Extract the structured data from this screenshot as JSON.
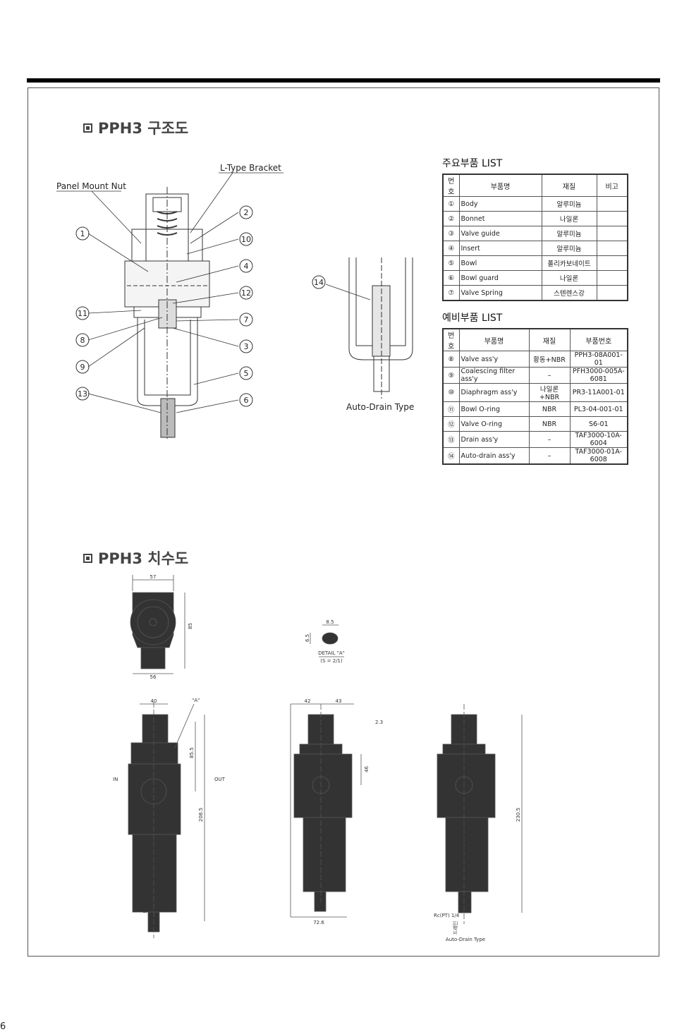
{
  "structure_title": "PPH3 구조도",
  "dimension_title": "PPH3 치수도",
  "callouts": {
    "panel_mount_nut": "Panel Mount Nut",
    "l_type_bracket": "L-Type Bracket",
    "auto_drain_type": "Auto-Drain Type",
    "left": [
      "1",
      "11",
      "8",
      "9",
      "13"
    ],
    "right": [
      "2",
      "10",
      "4",
      "12",
      "7",
      "3",
      "5",
      "6"
    ],
    "detail": "14"
  },
  "main_parts": {
    "title": "주요부품 LIST",
    "headers": [
      "번호",
      "부품명",
      "재질",
      "비고"
    ],
    "rows": [
      [
        "①",
        "Body",
        "알루미늄",
        ""
      ],
      [
        "②",
        "Bonnet",
        "나일론",
        ""
      ],
      [
        "③",
        "Valve guide",
        "알루미늄",
        ""
      ],
      [
        "④",
        "Insert",
        "알루미늄",
        ""
      ],
      [
        "⑤",
        "Bowl",
        "폴리카보네이트",
        ""
      ],
      [
        "⑥",
        "Bowl guard",
        "나일론",
        ""
      ],
      [
        "⑦",
        "Valve Spring",
        "스텐렌스강",
        ""
      ]
    ]
  },
  "spare_parts": {
    "title": "예비부품 LIST",
    "headers": [
      "번호",
      "부품명",
      "재질",
      "부품번호"
    ],
    "rows": [
      [
        "⑧",
        "Valve ass'y",
        "황동+NBR",
        "PPH3-08A001-01"
      ],
      [
        "⑨",
        "Coalescing filter ass'y",
        "–",
        "PFH3000-005A-6081"
      ],
      [
        "⑩",
        "Diaphragm ass'y",
        "나일론+NBR",
        "PR3-11A001-01"
      ],
      [
        "⑪",
        "Bowl O-ring",
        "NBR",
        "PL3-04-001-01"
      ],
      [
        "⑫",
        "Valve O-ring",
        "NBR",
        "S6-01"
      ],
      [
        "⑬",
        "Drain ass'y",
        "–",
        "TAF3000-10A-6004"
      ],
      [
        "⑭",
        "Auto-drain ass'y",
        "–",
        "TAF3000-01A-6008"
      ]
    ]
  },
  "dims": {
    "top_width": "57",
    "bottom_width": "56",
    "height": "85",
    "detail_w": "8.5",
    "detail_h": "6.5",
    "detail_label": "DETAIL \"A\"",
    "detail_scale": "(S = 2/1)",
    "front_width": "40",
    "a_mark": "\"A\"",
    "d85_5": "85.5",
    "d208_5": "208.5",
    "in": "IN",
    "out": "OUT",
    "drain": "드레인",
    "side_42": "42",
    "side_43": "43",
    "side_2_3": "2.3",
    "side_46": "46",
    "side_72_6": "72.6",
    "auto_230_5": "230.5",
    "rc": "Rc(PT) 1/4",
    "auto_drain_type": "Auto-Drain Type"
  },
  "page_number": "6"
}
